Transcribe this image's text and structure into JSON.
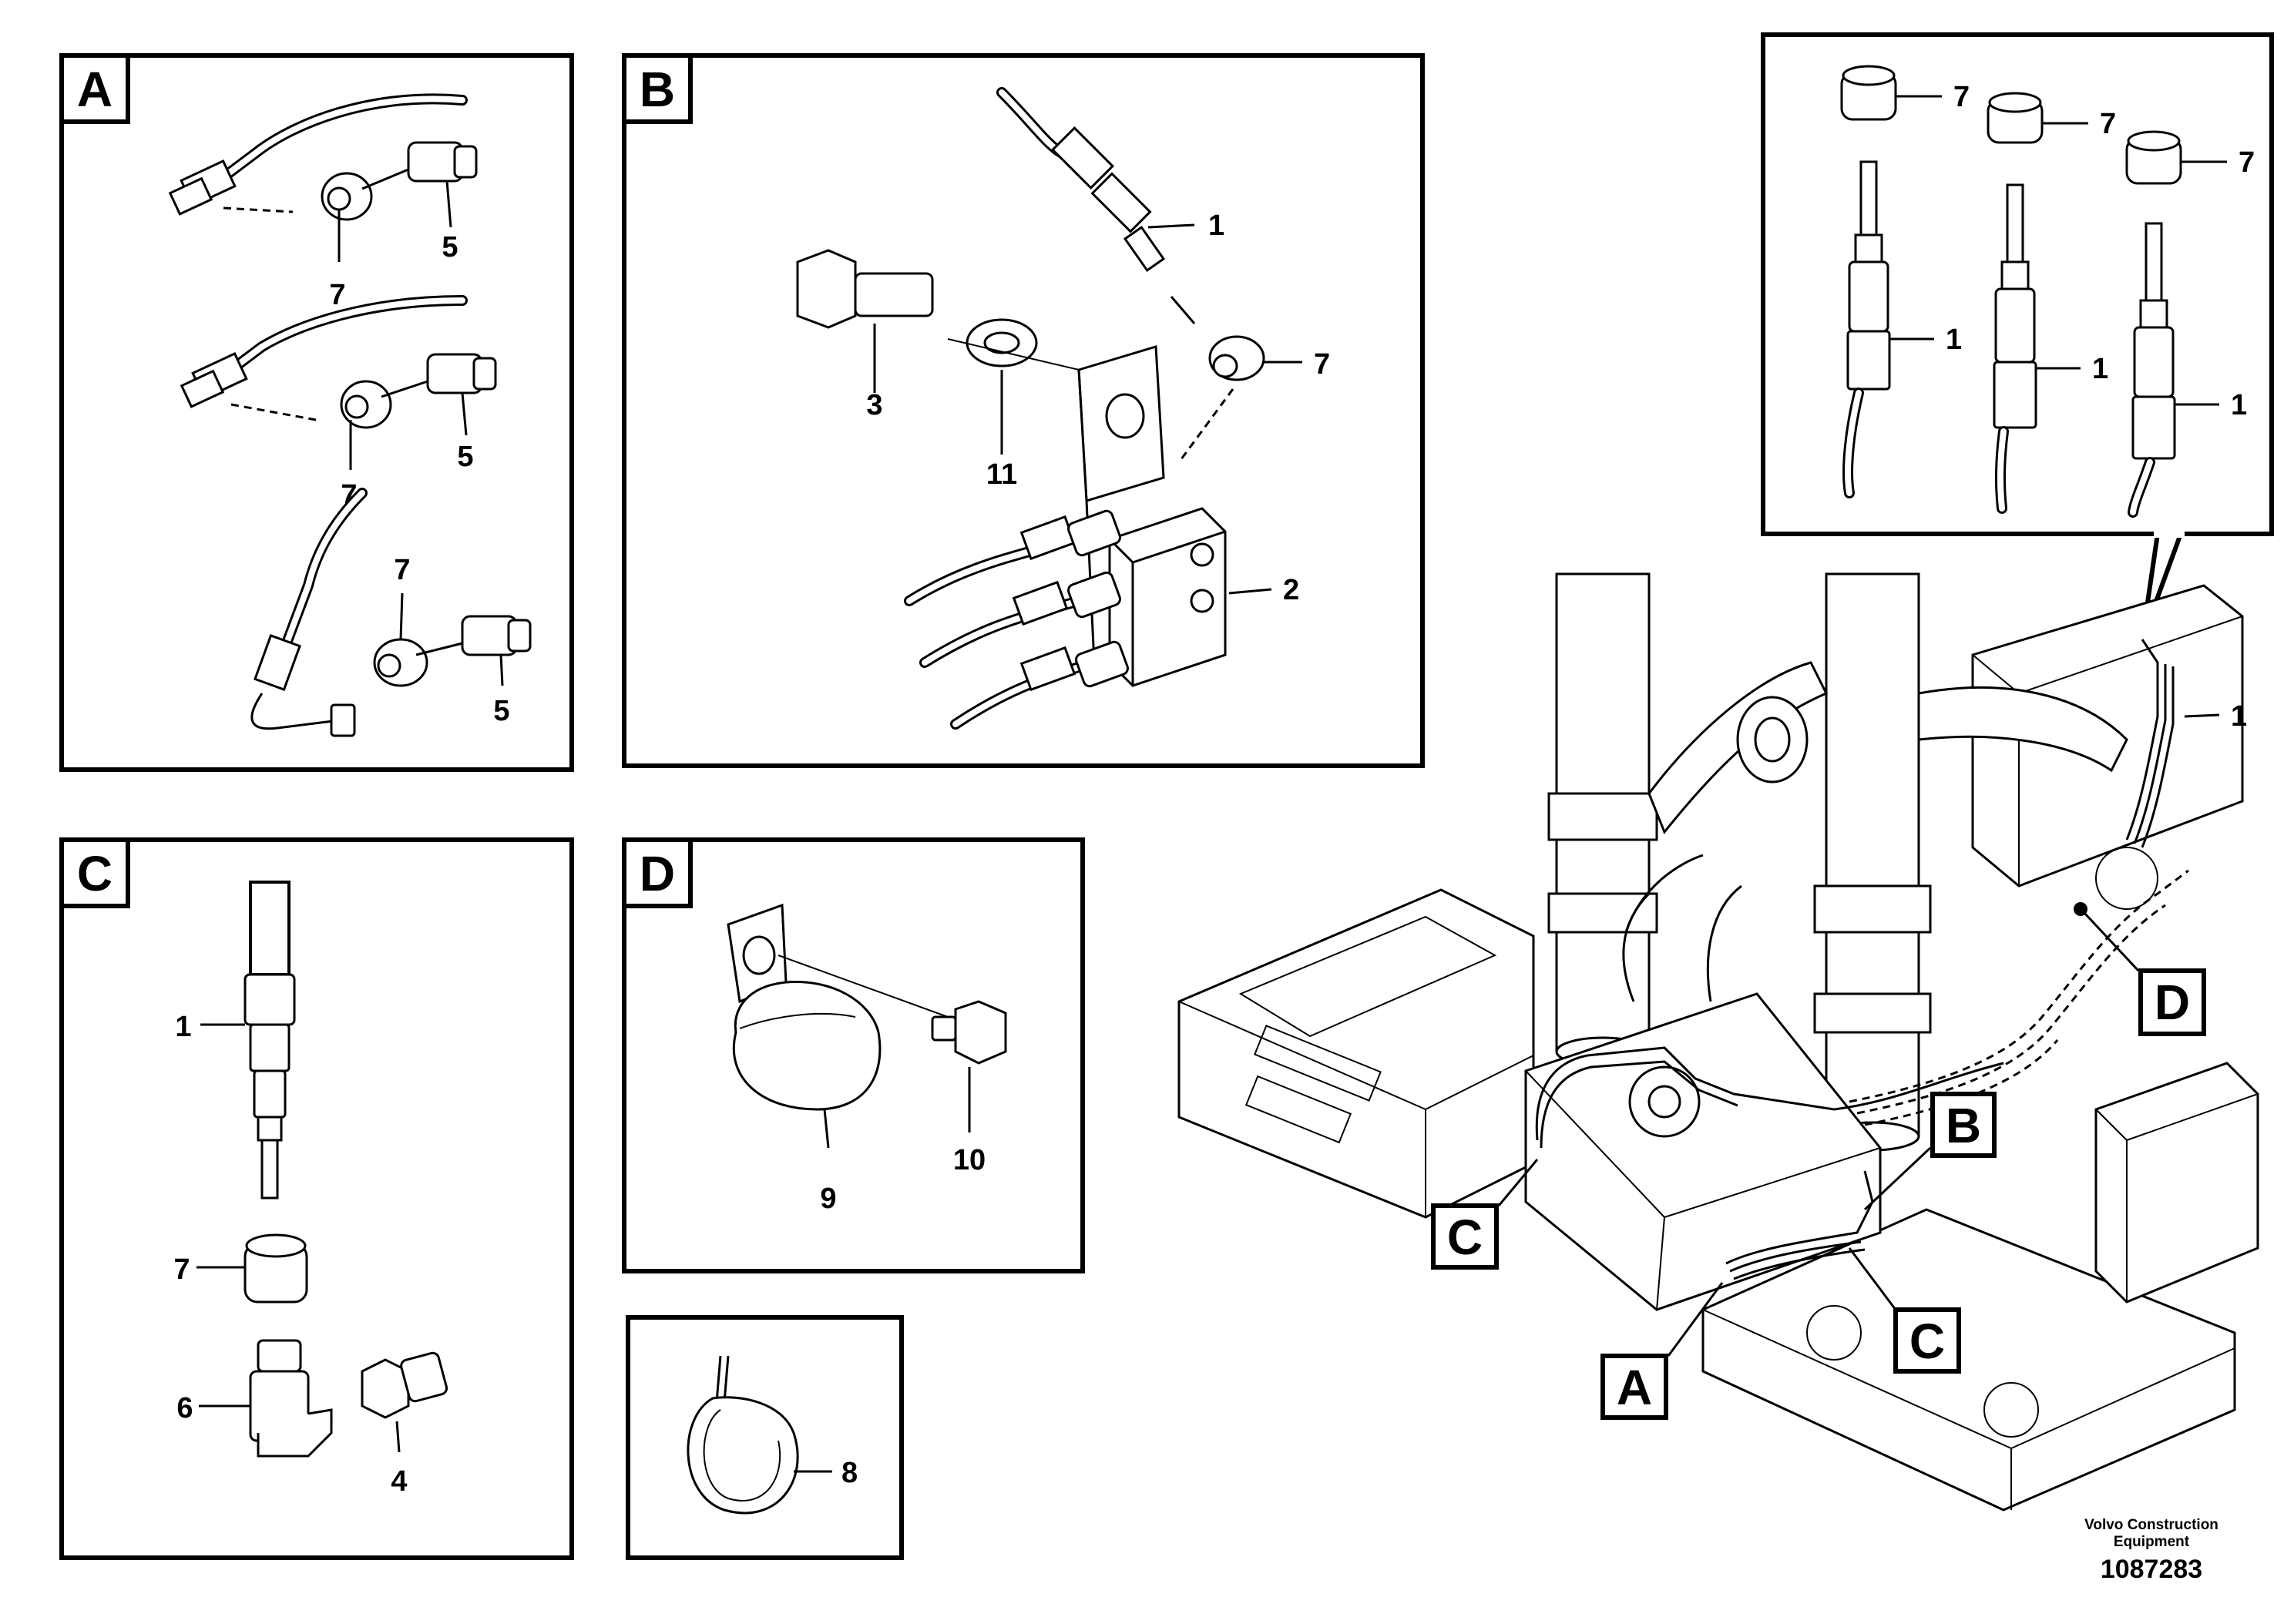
{
  "panels": {
    "A": {
      "tag": "A",
      "callouts": [
        "7",
        "5",
        "7",
        "5",
        "7",
        "5"
      ]
    },
    "B": {
      "tag": "B",
      "callouts": [
        "1",
        "3",
        "11",
        "7",
        "2"
      ]
    },
    "C": {
      "tag": "C",
      "callouts": [
        "1",
        "7",
        "6",
        "4"
      ]
    },
    "D": {
      "tag": "D",
      "callouts": [
        "9",
        "10"
      ]
    },
    "tie": {
      "callouts": [
        "8"
      ]
    },
    "detail": {
      "callouts": [
        "7",
        "7",
        "7",
        "1",
        "1",
        "1"
      ]
    }
  },
  "main": {
    "callouts": [
      "1"
    ],
    "tags": {
      "A": "A",
      "B": "B",
      "C1": "C",
      "C2": "C",
      "D": "D"
    }
  },
  "credit": {
    "company_line1": "Volvo Construction",
    "company_line2": "Equipment",
    "figure_number": "1087283"
  }
}
